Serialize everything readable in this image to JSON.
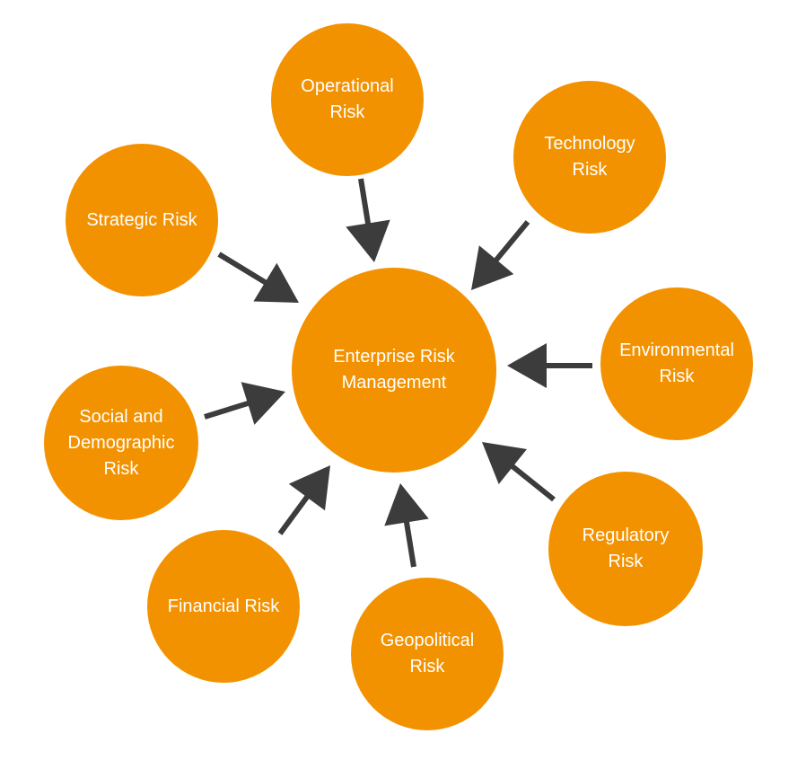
{
  "colors": {
    "node_fill": "#F39200",
    "arrow_fill": "#3C3C3C",
    "text": "#FFFFFF"
  },
  "center": {
    "label": "Enterprise Risk\nManagement"
  },
  "nodes": [
    {
      "id": "operational",
      "label": "Operational\nRisk"
    },
    {
      "id": "technology",
      "label": "Technology\nRisk"
    },
    {
      "id": "strategic",
      "label": "Strategic Risk"
    },
    {
      "id": "environmental",
      "label": "Environmental\nRisk"
    },
    {
      "id": "social",
      "label": "Social and\nDemographic\nRisk"
    },
    {
      "id": "regulatory",
      "label": "Regulatory\nRisk"
    },
    {
      "id": "financial",
      "label": "Financial Risk"
    },
    {
      "id": "geopolitical",
      "label": "Geopolitical\nRisk"
    }
  ]
}
